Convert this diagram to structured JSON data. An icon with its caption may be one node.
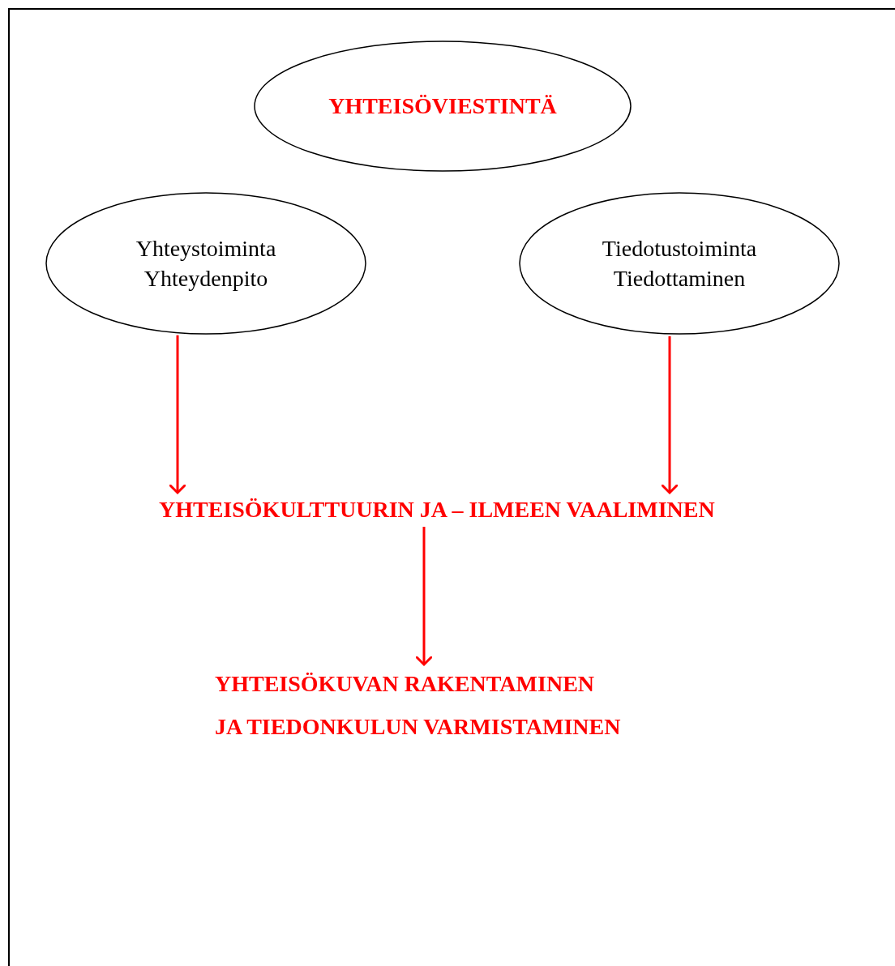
{
  "diagram": {
    "nodes": [
      {
        "text": [
          "YHTEISÖVIESTINTÄ"
        ]
      },
      {
        "text": [
          "Yhteystoiminta",
          "Yhteydenpito"
        ]
      },
      {
        "text": [
          "Tiedotustoiminta",
          "Tiedottaminen"
        ]
      },
      {
        "text": [
          "YHTEISÖKULTTUURIN JA – ILMEEN VAALIMINEN"
        ]
      },
      {
        "text": [
          "YHTEISÖKUVAN RAKENTAMINEN",
          "JA TIEDONKULUN VARMISTAMINEN"
        ]
      }
    ],
    "edges": [
      {
        "from": 1,
        "to": 3,
        "arrow": "to"
      },
      {
        "from": 2,
        "to": 3,
        "arrow": "to"
      },
      {
        "from": 3,
        "to": 4,
        "arrow": "to"
      }
    ]
  }
}
